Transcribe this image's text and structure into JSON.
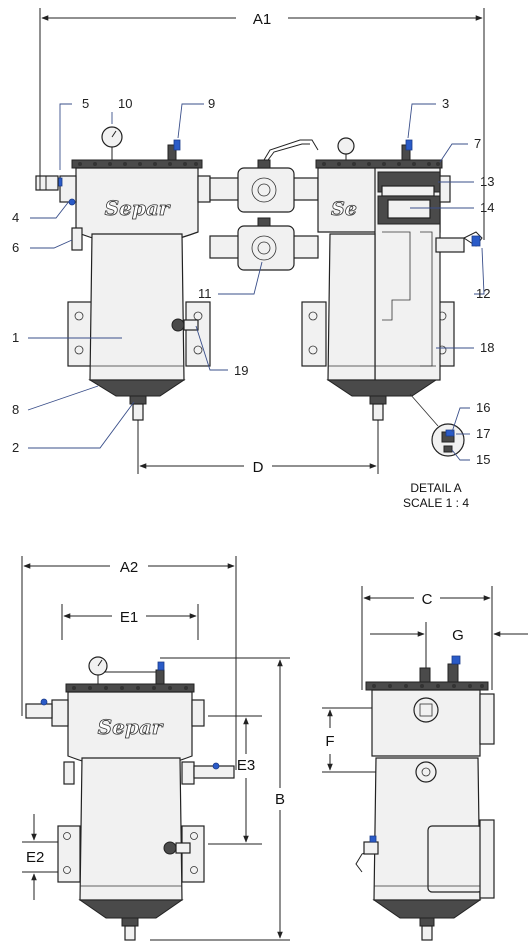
{
  "dimensions": {
    "A1": "A1",
    "A2": "A2",
    "B": "B",
    "C": "C",
    "D": "D",
    "E1": "E1",
    "E2": "E2",
    "E3": "E3",
    "F": "F",
    "G": "G"
  },
  "brand": "Separ",
  "brand_partial": "Se",
  "callouts": [
    "1",
    "2",
    "3",
    "4",
    "5",
    "6",
    "7",
    "8",
    "9",
    "10",
    "11",
    "12",
    "13",
    "14",
    "15",
    "16",
    "17",
    "18",
    "19"
  ],
  "detail": {
    "title": "DETAIL A",
    "scale": "SCALE 1 : 4"
  },
  "colors": {
    "line": "#222222",
    "leader": "#3a4f8a",
    "fitting": "#2a5bc8"
  }
}
